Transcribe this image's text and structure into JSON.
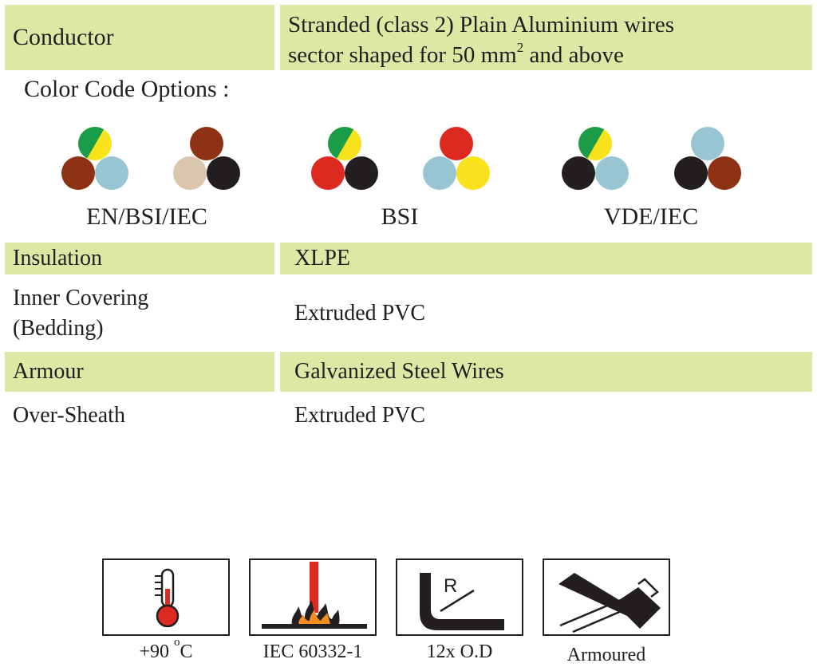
{
  "rows": {
    "conductor": {
      "label": "Conductor",
      "value_line1": "Stranded (class 2) Plain Aluminium wires",
      "value_line2_pre": "sector shaped for 50 mm",
      "value_line2_sup": "2",
      "value_line2_post": " and above"
    },
    "insulation": {
      "label": "Insulation",
      "value": "XLPE"
    },
    "bedding": {
      "label_line1": "Inner Covering",
      "label_line2": "(Bedding)",
      "value": "Extruded PVC"
    },
    "armour": {
      "label": "Armour",
      "value": "Galvanized Steel Wires"
    },
    "oversheath": {
      "label": "Over-Sheath",
      "value": "Extruded PVC"
    }
  },
  "color_codes": {
    "title": "Color Code Options :",
    "standards": [
      "EN/BSI/IEC",
      "BSI",
      "VDE/IEC"
    ]
  },
  "colors": {
    "row_bg": "#dce9a5",
    "green": "#1b9c48",
    "yellow": "#f8e21b",
    "brown": "#8e3214",
    "light_blue": "#97c6d2",
    "black": "#231f20",
    "beige": "#d9c6ad",
    "red": "#dc2a20",
    "flame_orange": "#f28d20"
  },
  "icons": [
    {
      "name": "thermometer-icon",
      "label": "+90 ",
      "sup": "o",
      "label_post": "C"
    },
    {
      "name": "flame-icon",
      "label": "IEC 60332-1"
    },
    {
      "name": "bend-radius-icon",
      "label": "12x O.D",
      "letter": "R"
    },
    {
      "name": "armour-icon",
      "label": "Armoured"
    }
  ]
}
